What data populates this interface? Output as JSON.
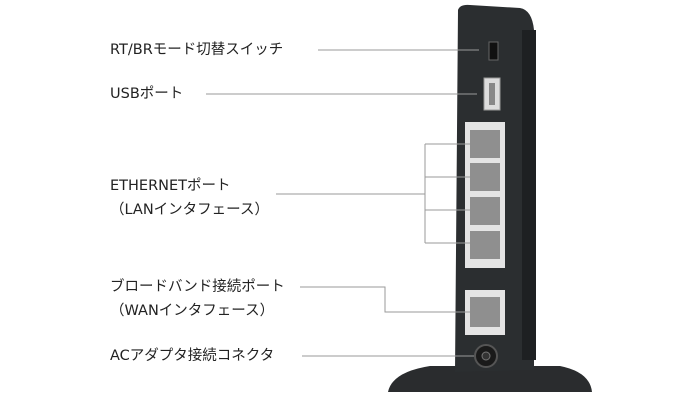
{
  "labels": {
    "mode_switch": "RT/BRモード切替スイッチ",
    "usb_port": "USBポート",
    "ethernet_port_line1": "ETHERNETポート",
    "ethernet_port_line2": "（LANインタフェース）",
    "broadband_port_line1": "ブロードバンド接続ポート",
    "broadband_port_line2": "（WANインタフェース）",
    "ac_adapter": "ACアダプタ接続コネクタ"
  },
  "colors": {
    "leader_line": "#9a9a9a",
    "router_body": "#2b2e30",
    "port_panel": "#e4e4e4"
  }
}
